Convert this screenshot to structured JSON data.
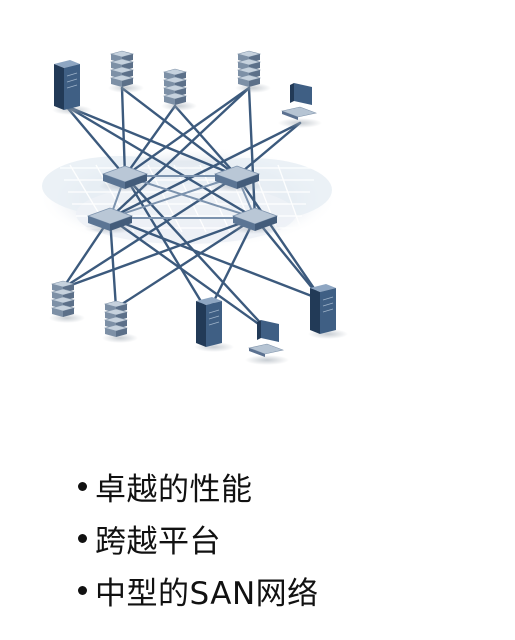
{
  "diagram": {
    "colors": {
      "device_front": "#3f5f84",
      "device_side": "#223a57",
      "device_top": "#8ea6c2",
      "link": "#3c5a7d",
      "cloud": "#e7edf3",
      "cloud_edge": "#c3cfdb",
      "switch_top": "#b9c7d6",
      "switch_side": "#5b7594"
    },
    "top_devices": [
      {
        "id": "t1",
        "icon": "tower-server-icon"
      },
      {
        "id": "t2",
        "icon": "storage-array-icon"
      },
      {
        "id": "t3",
        "icon": "storage-array-icon"
      },
      {
        "id": "t4",
        "icon": "storage-array-icon"
      },
      {
        "id": "t5",
        "icon": "workstation-icon"
      }
    ],
    "switches": [
      {
        "id": "s1",
        "icon": "fc-switch-icon"
      },
      {
        "id": "s2",
        "icon": "fc-switch-icon"
      },
      {
        "id": "s3",
        "icon": "fc-switch-icon"
      },
      {
        "id": "s4",
        "icon": "fc-switch-icon"
      }
    ],
    "bottom_devices": [
      {
        "id": "b1",
        "icon": "storage-array-icon"
      },
      {
        "id": "b2",
        "icon": "storage-array-icon"
      },
      {
        "id": "b3",
        "icon": "tower-server-icon"
      },
      {
        "id": "b4",
        "icon": "workstation-icon"
      },
      {
        "id": "b5",
        "icon": "tower-server-icon"
      }
    ]
  },
  "bullets": [
    "卓越的性能",
    "跨越平台",
    "中型的SAN网络"
  ]
}
